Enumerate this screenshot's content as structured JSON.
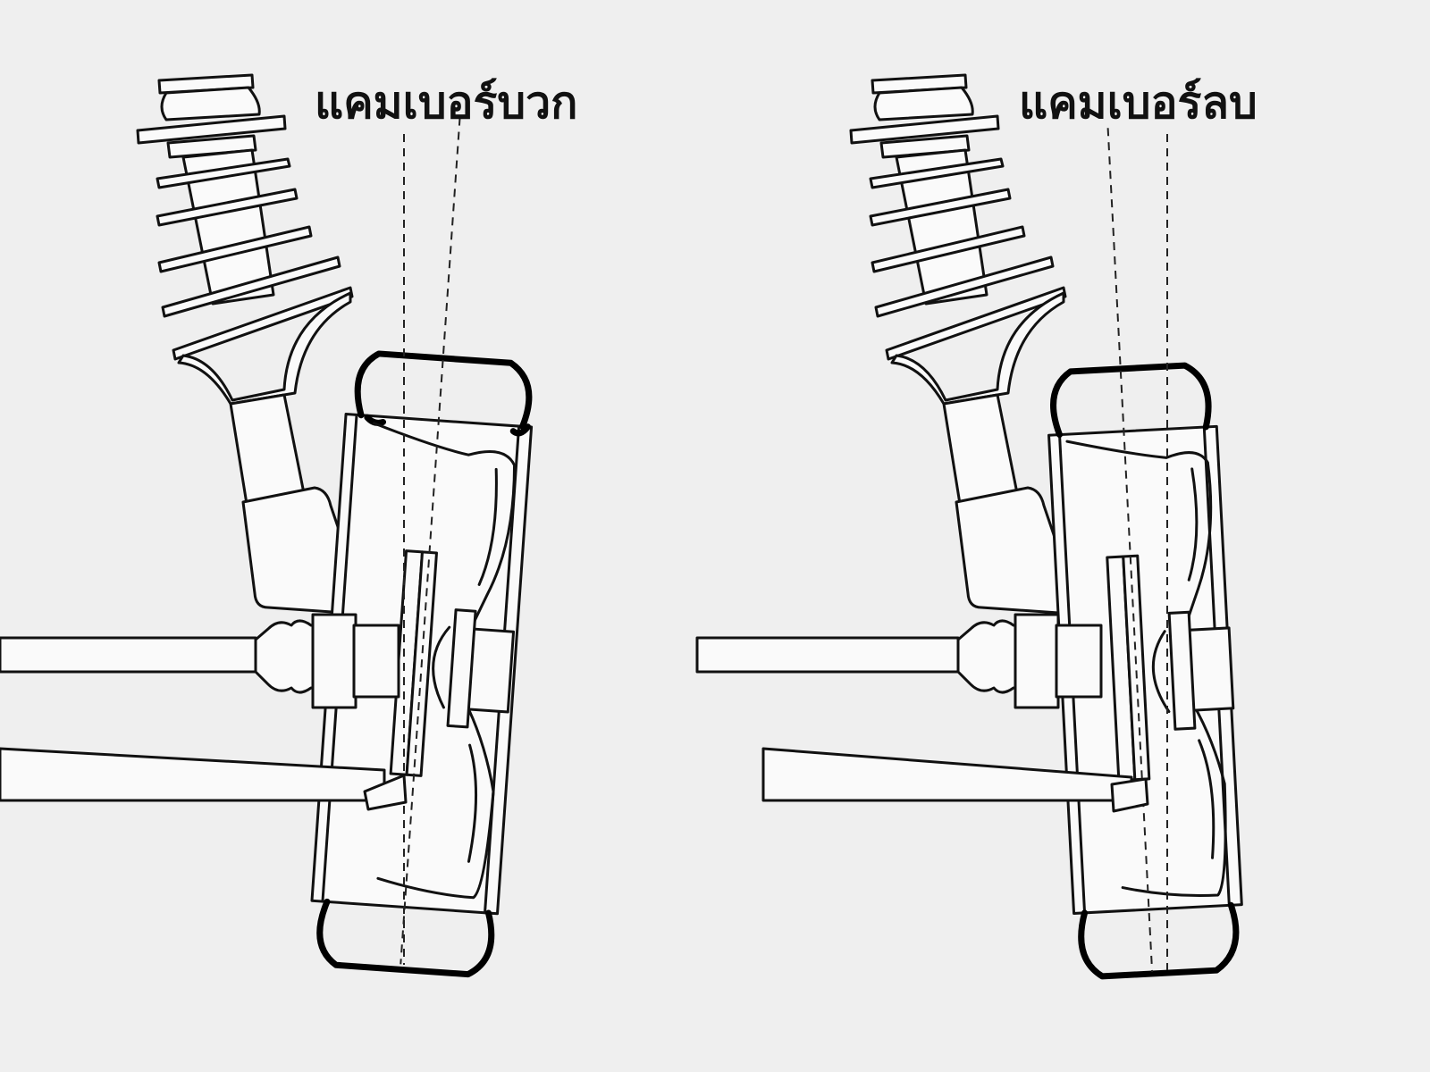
{
  "panels": [
    {
      "id": "positive",
      "label": "แคมเบอร์บวก"
    },
    {
      "id": "negative",
      "label": "แคมเบอร์ลบ"
    }
  ],
  "colors": {
    "background": "#efefef",
    "ink": "#111111",
    "fill": "#fafafa"
  }
}
